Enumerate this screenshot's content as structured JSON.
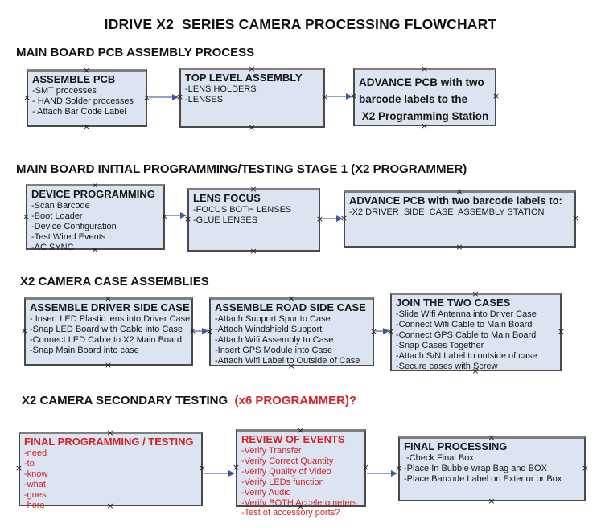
{
  "title": "IDRIVE X2  SERIES CAMERA PROCESSING FLOWCHART",
  "connector_mark": "×",
  "colors": {
    "box_fill": "#dce4f1",
    "box_border": "#4a4a4a",
    "box_border_top": "#7f7f7f",
    "red_text": "#cf2428",
    "arrow_line": "#8fa4c2",
    "arrow_head": "#3f58a6",
    "text": "#161616"
  },
  "sections": [
    {
      "heading": "MAIN BOARD PCB ASSEMBLY PROCESS",
      "boxes": [
        {
          "title": "ASSEMBLE PCB",
          "items": [
            "-SMT processes",
            "- HAND Solder processes",
            "- Attach Bar Code Label"
          ]
        },
        {
          "title": "TOP LEVEL ASSEMBLY",
          "items": [
            "-LENS HOLDERS",
            "-LENSES"
          ]
        },
        {
          "body": "ADVANCE PCB with two\nbarcode labels to the\n X2 Programming Station"
        }
      ]
    },
    {
      "heading": "MAIN BOARD INITIAL PROGRAMMING/TESTING STAGE 1 (X2 PROGRAMMER)",
      "boxes": [
        {
          "title": "DEVICE PROGRAMMING",
          "items": [
            "-Scan Barcode",
            "-Boot Loader",
            "-Device Configuration",
            "-Test Wired Events",
            "-AC SYNC"
          ]
        },
        {
          "title": "LENS FOCUS",
          "items": [
            "-FOCUS BOTH LENSES",
            "-GLUE LENSES"
          ]
        },
        {
          "title": "ADVANCE PCB with two barcode labels to:",
          "items": [
            "-X2 DRIVER  SIDE  CASE  ASSEMBLY STATION"
          ]
        }
      ]
    },
    {
      "heading": "X2 CAMERA CASE ASSEMBLIES",
      "boxes": [
        {
          "title": "ASSEMBLE DRIVER SIDE CASE",
          "items": [
            "- Insert LED Plastic lens into Driver Case",
            "-Snap LED Board with Cable into Case",
            "-Connect LED Cable to X2 Main Board",
            "-Snap Main Board into case"
          ]
        },
        {
          "title": "ASSEMBLE ROAD SIDE CASE",
          "items": [
            "-Attach Support Spur to Case",
            "-Attach Windshield Support",
            "-Attach Wifi Assembly to Case",
            "-Insert GPS Module into Case",
            "-Attach Wifi Label to Outside of Case"
          ]
        },
        {
          "title": "JOIN THE TWO CASES",
          "items": [
            "-Slide Wifi Antenna into Driver Case",
            "-Connect Wifi Cable to Main Board",
            "-Connect GPS Cable to Main Board",
            "-Snap Cases Together",
            "-Attach S/N Label to outside of case",
            "-Secure cases with Screw"
          ]
        }
      ]
    },
    {
      "heading": "X2 CAMERA SECONDARY TESTING  ",
      "heading_red": "(x6 PROGRAMMER)?",
      "boxes": [
        {
          "title": "FINAL PROGRAMMING / TESTING",
          "red": true,
          "items": [
            "-need",
            "-to",
            "-know",
            "-what",
            "-goes",
            "-here"
          ]
        },
        {
          "title": "REVIEW OF EVENTS",
          "red": true,
          "items": [
            "-Verify Transfer",
            "-Verify Correct Quantity",
            "-Verify Quality of Video",
            "-Verify LEDs function",
            "-Verify Audio",
            "-Verify BOTH Accelerometers",
            "-Test of accessory ports?"
          ]
        },
        {
          "title": "FINAL PROCESSING",
          "items": [
            " -Check Final Box",
            "-Place In Bubble wrap Bag and BOX",
            "-Place Barcode Label on Exterior or Box"
          ]
        }
      ]
    }
  ]
}
